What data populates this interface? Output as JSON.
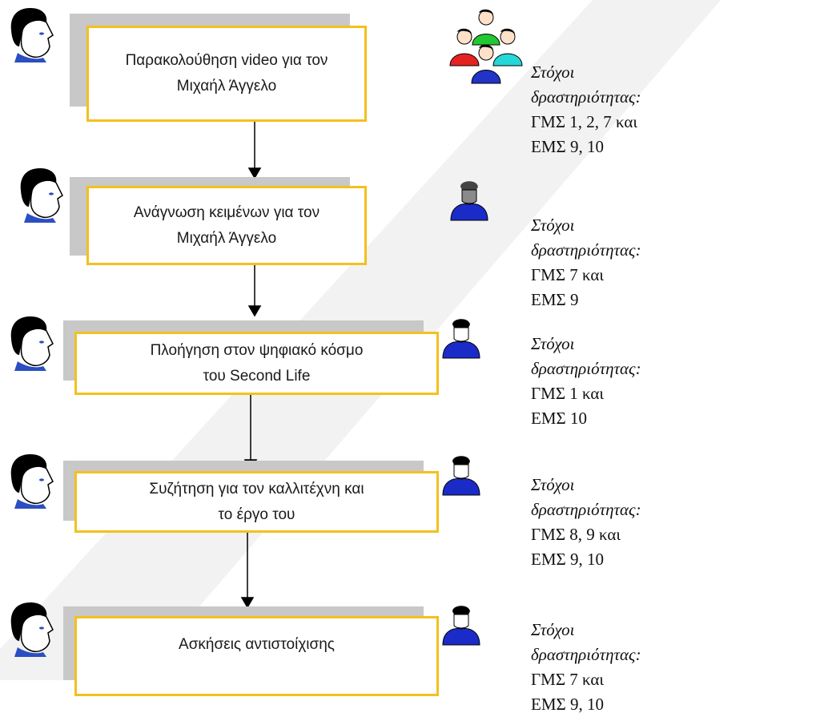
{
  "colors": {
    "box_border": "#f4c01e",
    "shadow": "#c8c8c8",
    "watermark": "#f2f2f2",
    "arrow": "#000000"
  },
  "steps": [
    {
      "label": "Παρακολούθηση video για τον\nΜιχαήλ Άγγελο",
      "teacher_icon": "teacher-face-icon",
      "learner_icon": "group-students-icon",
      "goal_title": "Στόχοι δραστηριότητας:",
      "goal_value": "ΓΜΣ 1, 2, 7 και ΕΜΣ 9, 10"
    },
    {
      "label": "Ανάγνωση κειμένων για τον\nΜιχαήλ Άγγελο",
      "teacher_icon": "teacher-face-icon",
      "learner_icon": "single-student-icon",
      "goal_title": "Στόχοι δραστηριότητας:",
      "goal_value": "ΓΜΣ 7 και ΕΜΣ 9"
    },
    {
      "label": "Πλοήγηση στον ψηφιακό κόσμο\nτου Second Life",
      "teacher_icon": "teacher-face-icon",
      "learner_icon": "single-student-icon",
      "goal_title": "Στόχοι δραστηριότητας:",
      "goal_value": "ΓΜΣ 1 και ΕΜΣ 10"
    },
    {
      "label": "Συζήτηση για τον καλλιτέχνη και\nτο έργο του",
      "teacher_icon": "teacher-face-icon",
      "learner_icon": "single-student-icon",
      "goal_title": "Στόχοι δραστηριότητας:",
      "goal_value": "ΓΜΣ 8, 9 και ΕΜΣ 9, 10"
    },
    {
      "label": "Ασκήσεις αντιστοίχισης",
      "teacher_icon": "teacher-face-icon",
      "learner_icon": "single-student-icon",
      "goal_title": "Στόχοι δραστηριότητας:",
      "goal_value": "ΓΜΣ 7 και ΕΜΣ 9, 10"
    }
  ]
}
